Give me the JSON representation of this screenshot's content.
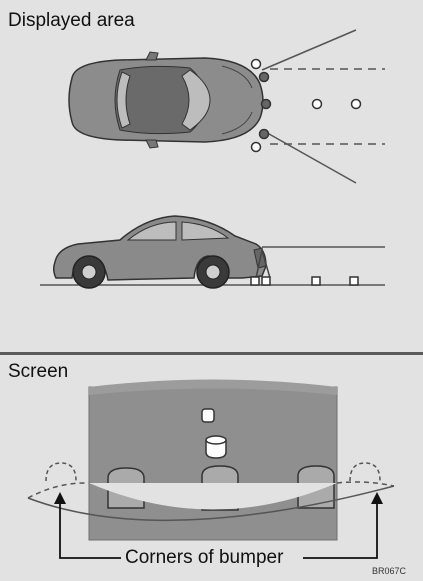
{
  "sections": {
    "top": {
      "title": "Displayed area"
    },
    "bottom": {
      "title": "Screen"
    }
  },
  "caption": "Corners of bumper",
  "figure_code": "BR067C",
  "colors": {
    "panel_bg": "#e2e2e2",
    "car_body": "#8e8e8e",
    "car_dark": "#555555",
    "screen_bg": "#8f8f8f",
    "sensor_fill": "#ffffff",
    "sensor_dark": "#666666"
  }
}
